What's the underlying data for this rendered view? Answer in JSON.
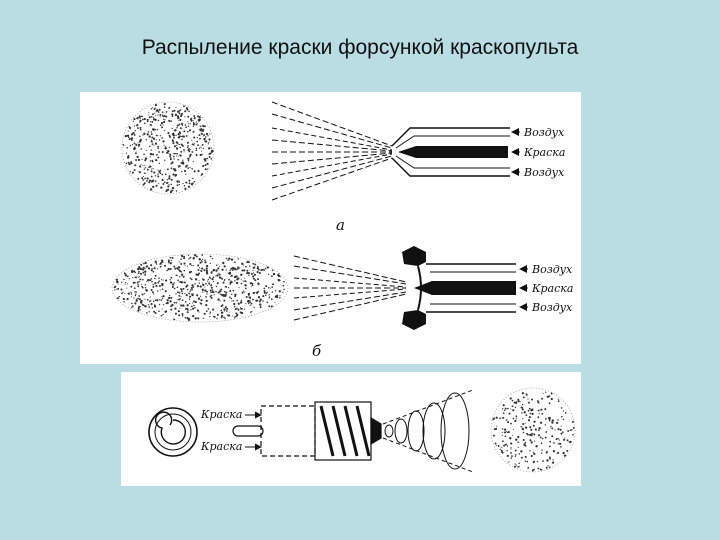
{
  "slide": {
    "title": "Распыление краски форсункой краскопульта"
  },
  "diagram_a": {
    "letter": "а",
    "labels": [
      "Воздух",
      "Краска",
      "Воздух"
    ]
  },
  "diagram_b": {
    "letter": "б",
    "labels": [
      "Воздух",
      "Краска",
      "Воздух"
    ]
  },
  "diagram_c": {
    "labels": [
      "Краска",
      "Краска"
    ]
  },
  "colors": {
    "background": "#b9dde3",
    "panel": "#ffffff",
    "ink": "#111111"
  }
}
